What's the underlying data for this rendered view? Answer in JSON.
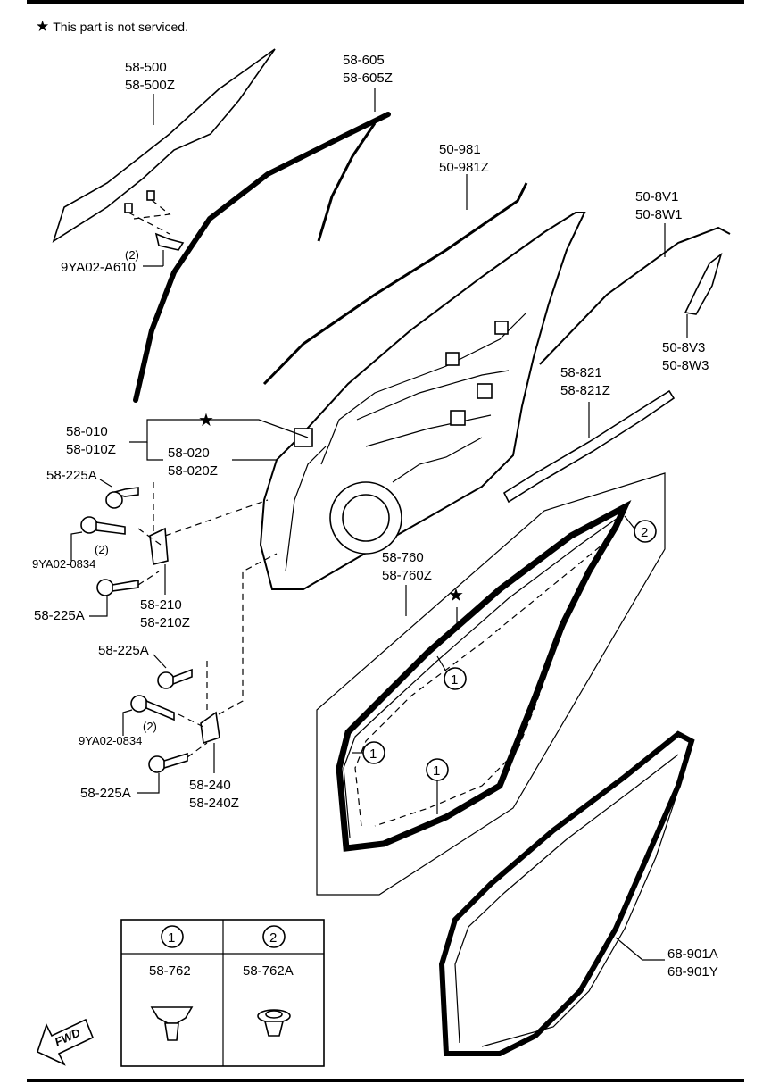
{
  "note": {
    "star": "★",
    "text": "This part is not serviced."
  },
  "labels": {
    "glass": [
      "58-500",
      "58-500Z"
    ],
    "run_channel": [
      "58-605",
      "58-605Z"
    ],
    "belt_outer": [
      "50-981",
      "50-981Z"
    ],
    "molding": [
      "50-8V1",
      "50-8W1"
    ],
    "garnish": [
      "50-8V3",
      "50-8W3"
    ],
    "weatherstrip_belt": [
      "58-821",
      "58-821Z"
    ],
    "door_panel_a": [
      "58-010",
      "58-010Z"
    ],
    "door_panel_b": [
      "58-020",
      "58-020Z"
    ],
    "bolt_glass_qty": "(2)",
    "bolt_glass": "9YA02-A610",
    "bolt_upper_a": "58-225A",
    "bolt_upper_qty": "(2)",
    "bolt_upper_mid": "9YA02-0834",
    "bolt_upper_b": "58-225A",
    "hinge_upper": [
      "58-210",
      "58-210Z"
    ],
    "bolt_lower_a": "58-225A",
    "bolt_lower_qty": "(2)",
    "bolt_lower_mid": "9YA02-0834",
    "bolt_lower_b": "58-225A",
    "hinge_lower": [
      "58-240",
      "58-240Z"
    ],
    "door_seal": [
      "58-760",
      "58-760Z"
    ],
    "body_seal": [
      "68-901A",
      "68-901Y"
    ],
    "circle_1": "1",
    "circle_2": "2",
    "star": "★"
  },
  "clip_table": {
    "headers": [
      "1",
      "2"
    ],
    "parts": [
      "58-762",
      "58-762A"
    ]
  },
  "fwd": "FWD",
  "colors": {
    "ink": "#000000",
    "paper": "#ffffff"
  }
}
